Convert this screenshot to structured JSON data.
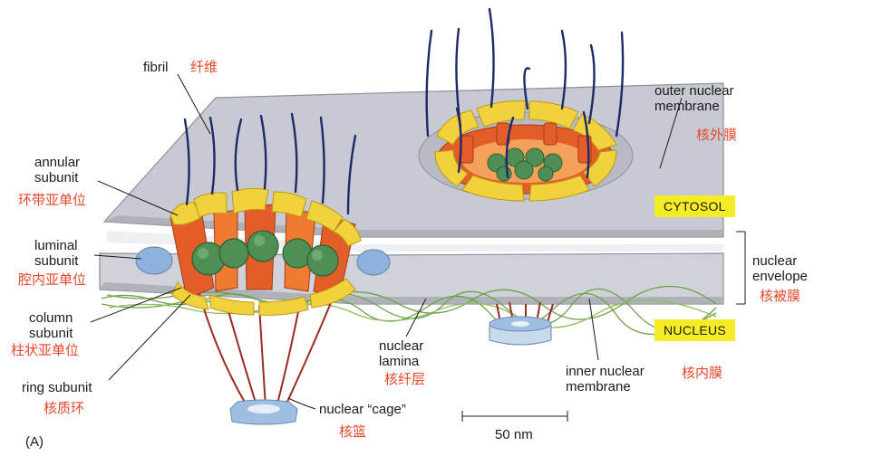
{
  "labels": {
    "fibril": "fibril",
    "fibril_cn": "纤维",
    "annular": "annular\nsubunit",
    "annular_cn": "环带亚单位",
    "luminal": "luminal\nsubunit",
    "luminal_cn": "腔内亚单位",
    "column": "column\nsubunit",
    "column_cn": "柱状亚单位",
    "ring": "ring subunit",
    "ring_cn": "核质环",
    "outer": "outer nuclear\nmembrane",
    "outer_cn": "核外膜",
    "envelope": "nuclear\nenvelope",
    "envelope_cn": "核被膜",
    "lamina": "nuclear\nlamina",
    "lamina_cn": "核纤层",
    "inner": "inner nuclear\nmembrane",
    "inner_cn": "核内膜",
    "cage": "nuclear “cage”",
    "cage_cn": "核篮",
    "scale": "50 nm",
    "panel": "(A)"
  },
  "tags": {
    "cytosol": "CYTOSOL",
    "nucleus": "NUCLEUS"
  },
  "colors": {
    "membrane": "#c9ccd3",
    "membrane_edge": "#8d9098",
    "annular_yellow": "#f2d23c",
    "column_red": "#e8602a",
    "luminal_blue": "#8fb2dc",
    "central_green": "#4f8f56",
    "fibril_navy": "#1e2a6a",
    "basket_red": "#9a2b22",
    "lamina_green": "#7cae4a",
    "tag_yellow": "#f4ec24",
    "chinese_red": "#e8452a"
  }
}
